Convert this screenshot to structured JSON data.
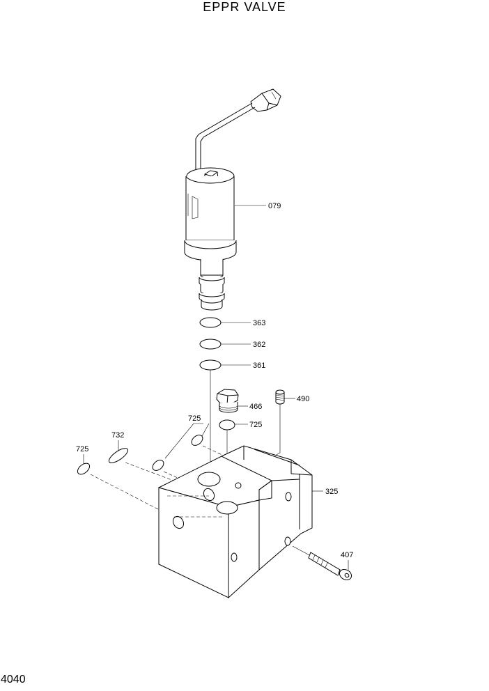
{
  "title": "EPPR VALVE",
  "page_number": "4040",
  "callouts": {
    "p079": "079",
    "p363": "363",
    "p362": "362",
    "p361": "361",
    "p466": "466",
    "p490": "490",
    "p725a": "725",
    "p725b": "725",
    "p725c": "725",
    "p732": "732",
    "p325": "325",
    "p407": "407"
  }
}
